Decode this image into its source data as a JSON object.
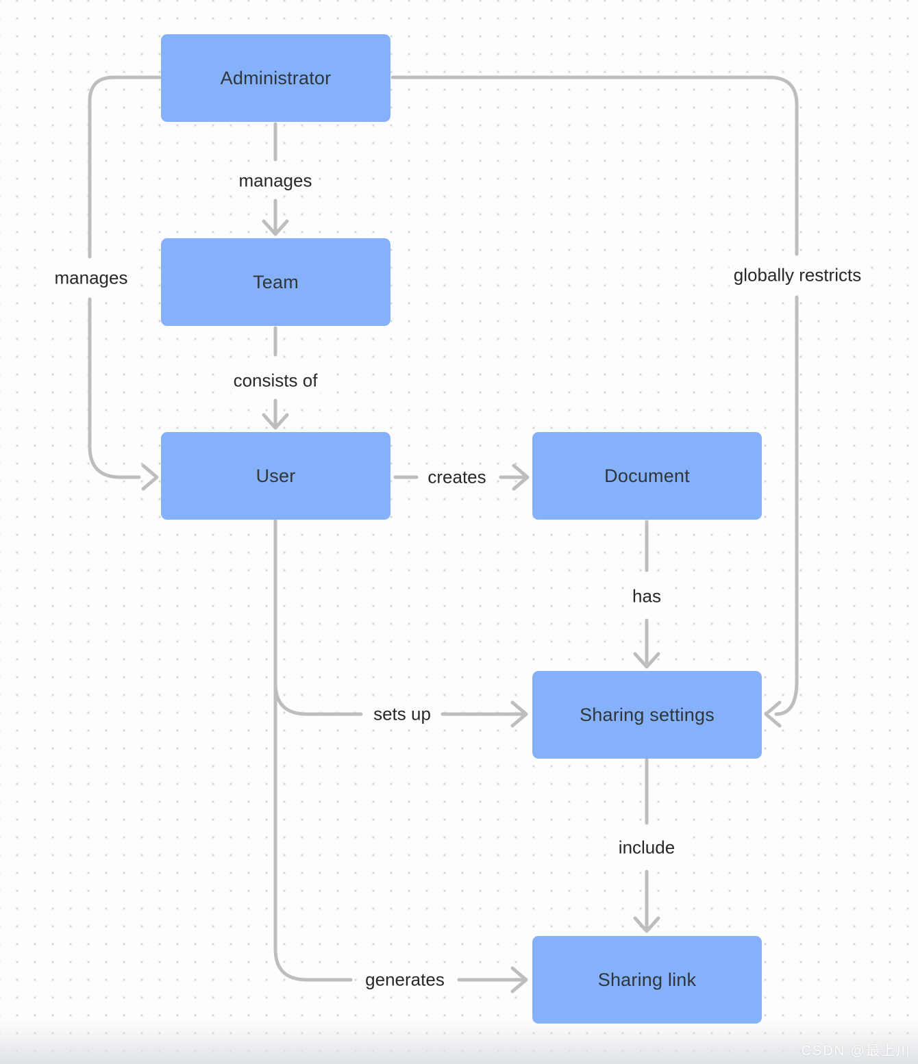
{
  "diagram": {
    "nodes": [
      {
        "id": "administrator",
        "label": "Administrator"
      },
      {
        "id": "team",
        "label": "Team"
      },
      {
        "id": "user",
        "label": "User"
      },
      {
        "id": "document",
        "label": "Document"
      },
      {
        "id": "sharing-settings",
        "label": "Sharing settings"
      },
      {
        "id": "sharing-link",
        "label": "Sharing link"
      }
    ],
    "edges": [
      {
        "from": "Administrator",
        "to": "Team",
        "label": "manages"
      },
      {
        "from": "Team",
        "to": "User",
        "label": "consists of"
      },
      {
        "from": "Administrator",
        "to": "User",
        "label": "manages"
      },
      {
        "from": "Administrator",
        "to": "Sharing settings",
        "label": "globally restricts"
      },
      {
        "from": "User",
        "to": "Document",
        "label": "creates"
      },
      {
        "from": "Document",
        "to": "Sharing settings",
        "label": "has"
      },
      {
        "from": "User",
        "to": "Sharing settings",
        "label": "sets up"
      },
      {
        "from": "Sharing settings",
        "to": "Sharing link",
        "label": "include"
      },
      {
        "from": "User",
        "to": "Sharing link",
        "label": "generates"
      }
    ],
    "colors": {
      "node_fill": "#84b1fa",
      "node_text": "#2f353b",
      "connector": "#bdbdbd",
      "edge_label_text": "#26282a",
      "background": "#fdfdfe",
      "background_dot": "#d6d7d8"
    },
    "watermark": "CSDN @最上川"
  }
}
